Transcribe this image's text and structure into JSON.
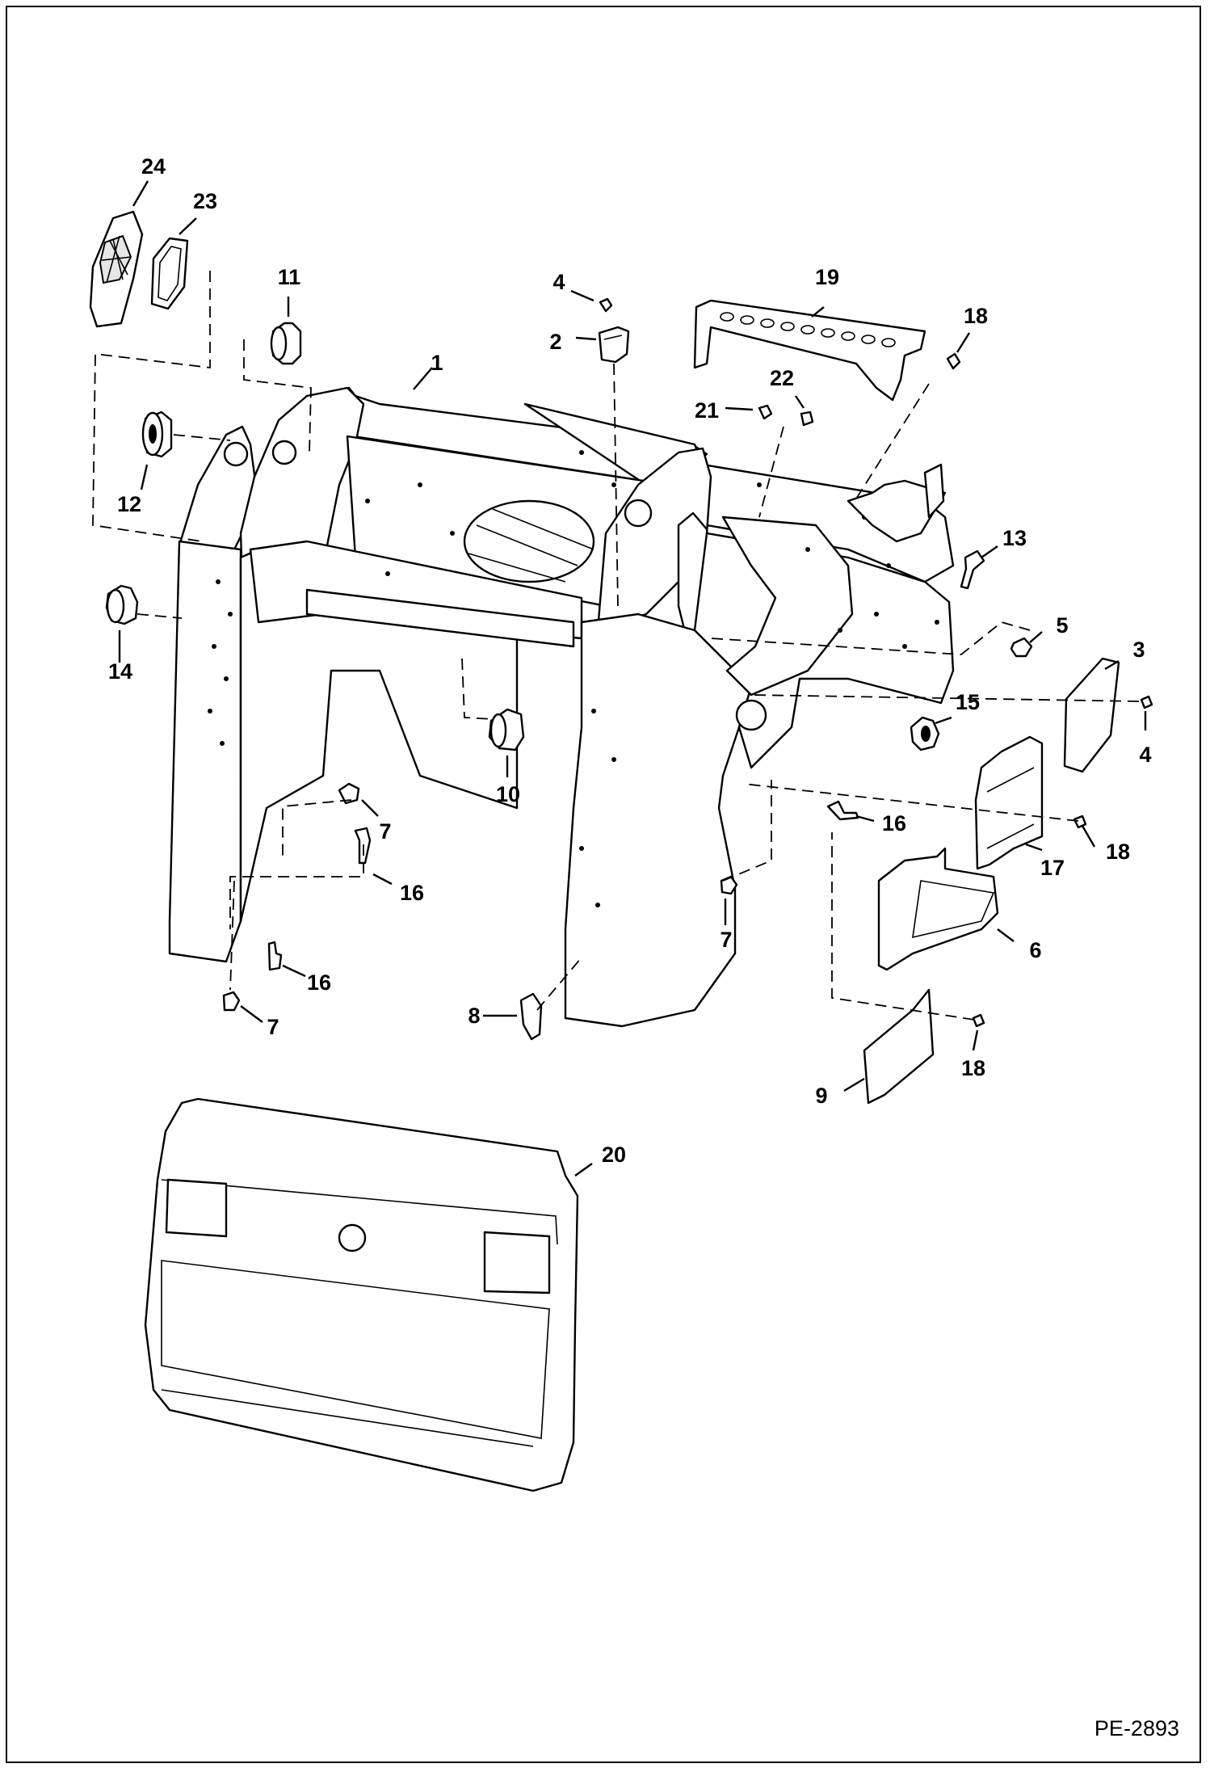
{
  "drawing_number": "PE-2893",
  "callouts": [
    "24",
    "23",
    "11",
    "4",
    "2",
    "19",
    "18",
    "1",
    "22",
    "21",
    "12",
    "13",
    "14",
    "5",
    "3",
    "4",
    "15",
    "10",
    "7",
    "16",
    "18",
    "17",
    "16",
    "7",
    "6",
    "16",
    "8",
    "7",
    "18",
    "9",
    "20"
  ]
}
